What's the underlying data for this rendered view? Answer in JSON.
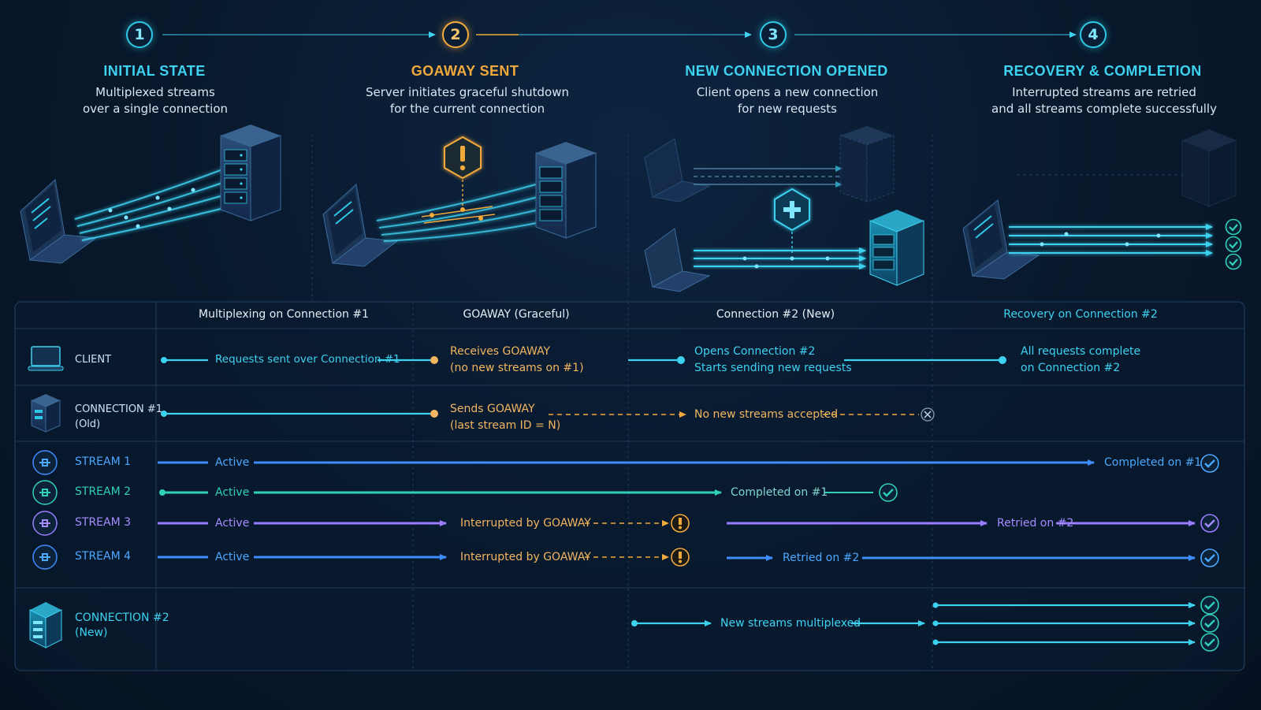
{
  "steps": [
    {
      "number": "1",
      "title": "INITIAL STATE",
      "desc_line1": "Multiplexed streams",
      "desc_line2": "over a single connection"
    },
    {
      "number": "2",
      "title": "GOAWAY SENT",
      "desc_line1": "Server initiates graceful shutdown",
      "desc_line2": "for the current connection"
    },
    {
      "number": "3",
      "title": "NEW CONNECTION OPENED",
      "desc_line1": "Client opens a new connection",
      "desc_line2": "for new requests"
    },
    {
      "number": "4",
      "title": "RECOVERY & COMPLETION",
      "desc_line1": "Interrupted streams are retried",
      "desc_line2": "and all streams complete successfully"
    }
  ],
  "table": {
    "columns": [
      "Multiplexing on Connection #1",
      "GOAWAY (Graceful)",
      "Connection #2 (New)",
      "Recovery on Connection #2"
    ],
    "rows": {
      "client": {
        "label": "CLIENT",
        "requests_sent": "Requests sent over Connection #1",
        "receives_line1": "Receives GOAWAY",
        "receives_line2": "(no new streams on #1)",
        "opens_line1": "Opens Connection #2",
        "opens_line2": "Starts sending new requests",
        "complete_line1": "All requests complete",
        "complete_line2": "on Connection #2"
      },
      "connection1": {
        "label_line1": "CONNECTION #1",
        "label_line2": "(Old)",
        "sends_line1": "Sends GOAWAY",
        "sends_line2": "(last stream ID = N)",
        "no_new": "No new streams accepted"
      },
      "streams": [
        {
          "label": "STREAM 1",
          "active": "Active",
          "end": "Completed on #1"
        },
        {
          "label": "STREAM 2",
          "active": "Active",
          "end": "Completed on #1"
        },
        {
          "label": "STREAM 3",
          "active": "Active",
          "interrupted": "Interrupted by GOAWAY",
          "end": "Retried on #2"
        },
        {
          "label": "STREAM 4",
          "active": "Active",
          "interrupted": "Interrupted by GOAWAY",
          "end": "Retried on #2"
        }
      ],
      "connection2": {
        "label_line1": "CONNECTION #2",
        "label_line2": "(New)",
        "multiplexed": "New streams multiplexed"
      }
    }
  },
  "colors": {
    "cyan": "#3dd2f0",
    "teal": "#2fd0b8",
    "purple": "#9a7dff",
    "blue": "#3f8cff",
    "orange": "#f2a93b",
    "border": "#1f3a57"
  }
}
